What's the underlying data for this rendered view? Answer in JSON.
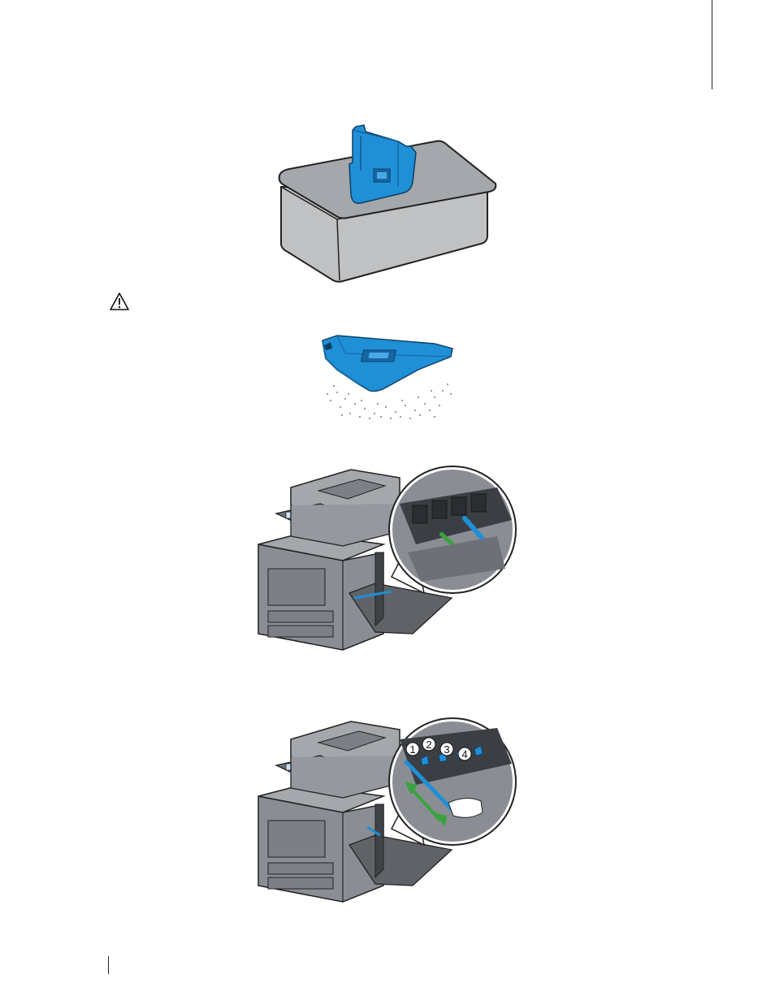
{
  "figures": {
    "cleaning_rod_labels": [
      "1",
      "2",
      "3",
      "4"
    ]
  },
  "colors": {
    "part_blue": "#1f8fd6",
    "part_blue_dark": "#1566a3",
    "printer_gray": "#8a8e94",
    "box_gray": "#bfc1c3",
    "arrow_green": "#3aa33f"
  },
  "icons": {
    "caution": "warning-triangle-icon"
  }
}
